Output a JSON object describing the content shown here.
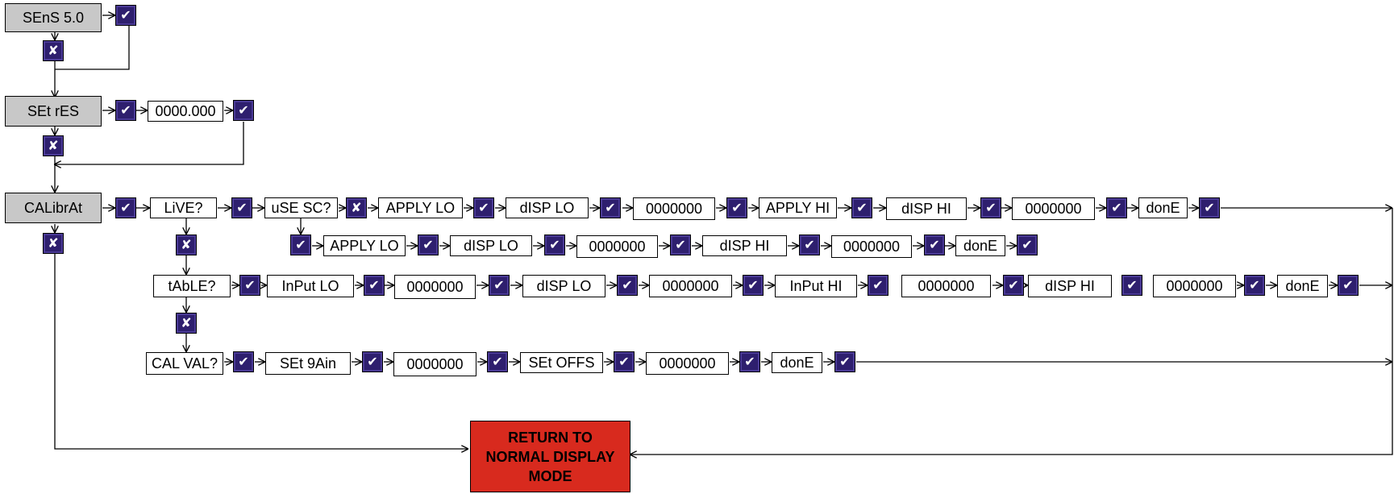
{
  "glyphs": {
    "yes": "✔",
    "no": "✘"
  },
  "colors": {
    "key_fill": "#2e1f6e",
    "menu_fill": "#c8c8c8",
    "return_fill": "#d82a1e",
    "wire": "#000000"
  },
  "sens": {
    "label": "SEnS 5.0"
  },
  "setres": {
    "label": "SEt rES",
    "value": "0000.000"
  },
  "calibrat": {
    "label": "CALibrAt"
  },
  "live": {
    "prompt": "LiVE?",
    "use_sc": "uSE SC?",
    "apply_lo": "APPLY LO",
    "disp_lo": "dISP LO",
    "value_lo": "0000000",
    "apply_hi": "APPLY HI",
    "disp_hi": "dISP HI",
    "value_hi": "0000000",
    "done": "donE"
  },
  "live_alt": {
    "apply_lo": "APPLY LO",
    "disp_lo": "dISP LO",
    "value_lo": "0000000",
    "disp_hi": "dISP HI",
    "value_hi": "0000000",
    "done": "donE"
  },
  "table": {
    "prompt": "tAbLE?",
    "input_lo": "InPut LO",
    "input_lo_value": "0000000",
    "disp_lo": "dISP LO",
    "disp_lo_value": "0000000",
    "input_hi": "InPut HI",
    "input_hi_value": "0000000",
    "disp_hi": "dISP HI",
    "disp_hi_value": "0000000",
    "done": "donE"
  },
  "calval": {
    "prompt": "CAL VAL?",
    "set_gain": "SEt 9Ain",
    "gain_value": "0000000",
    "set_offs": "SEt OFFS",
    "offs_value": "0000000",
    "done": "donE"
  },
  "return_box": {
    "text": "RETURN TO\nNORMAL DISPLAY\nMODE"
  }
}
